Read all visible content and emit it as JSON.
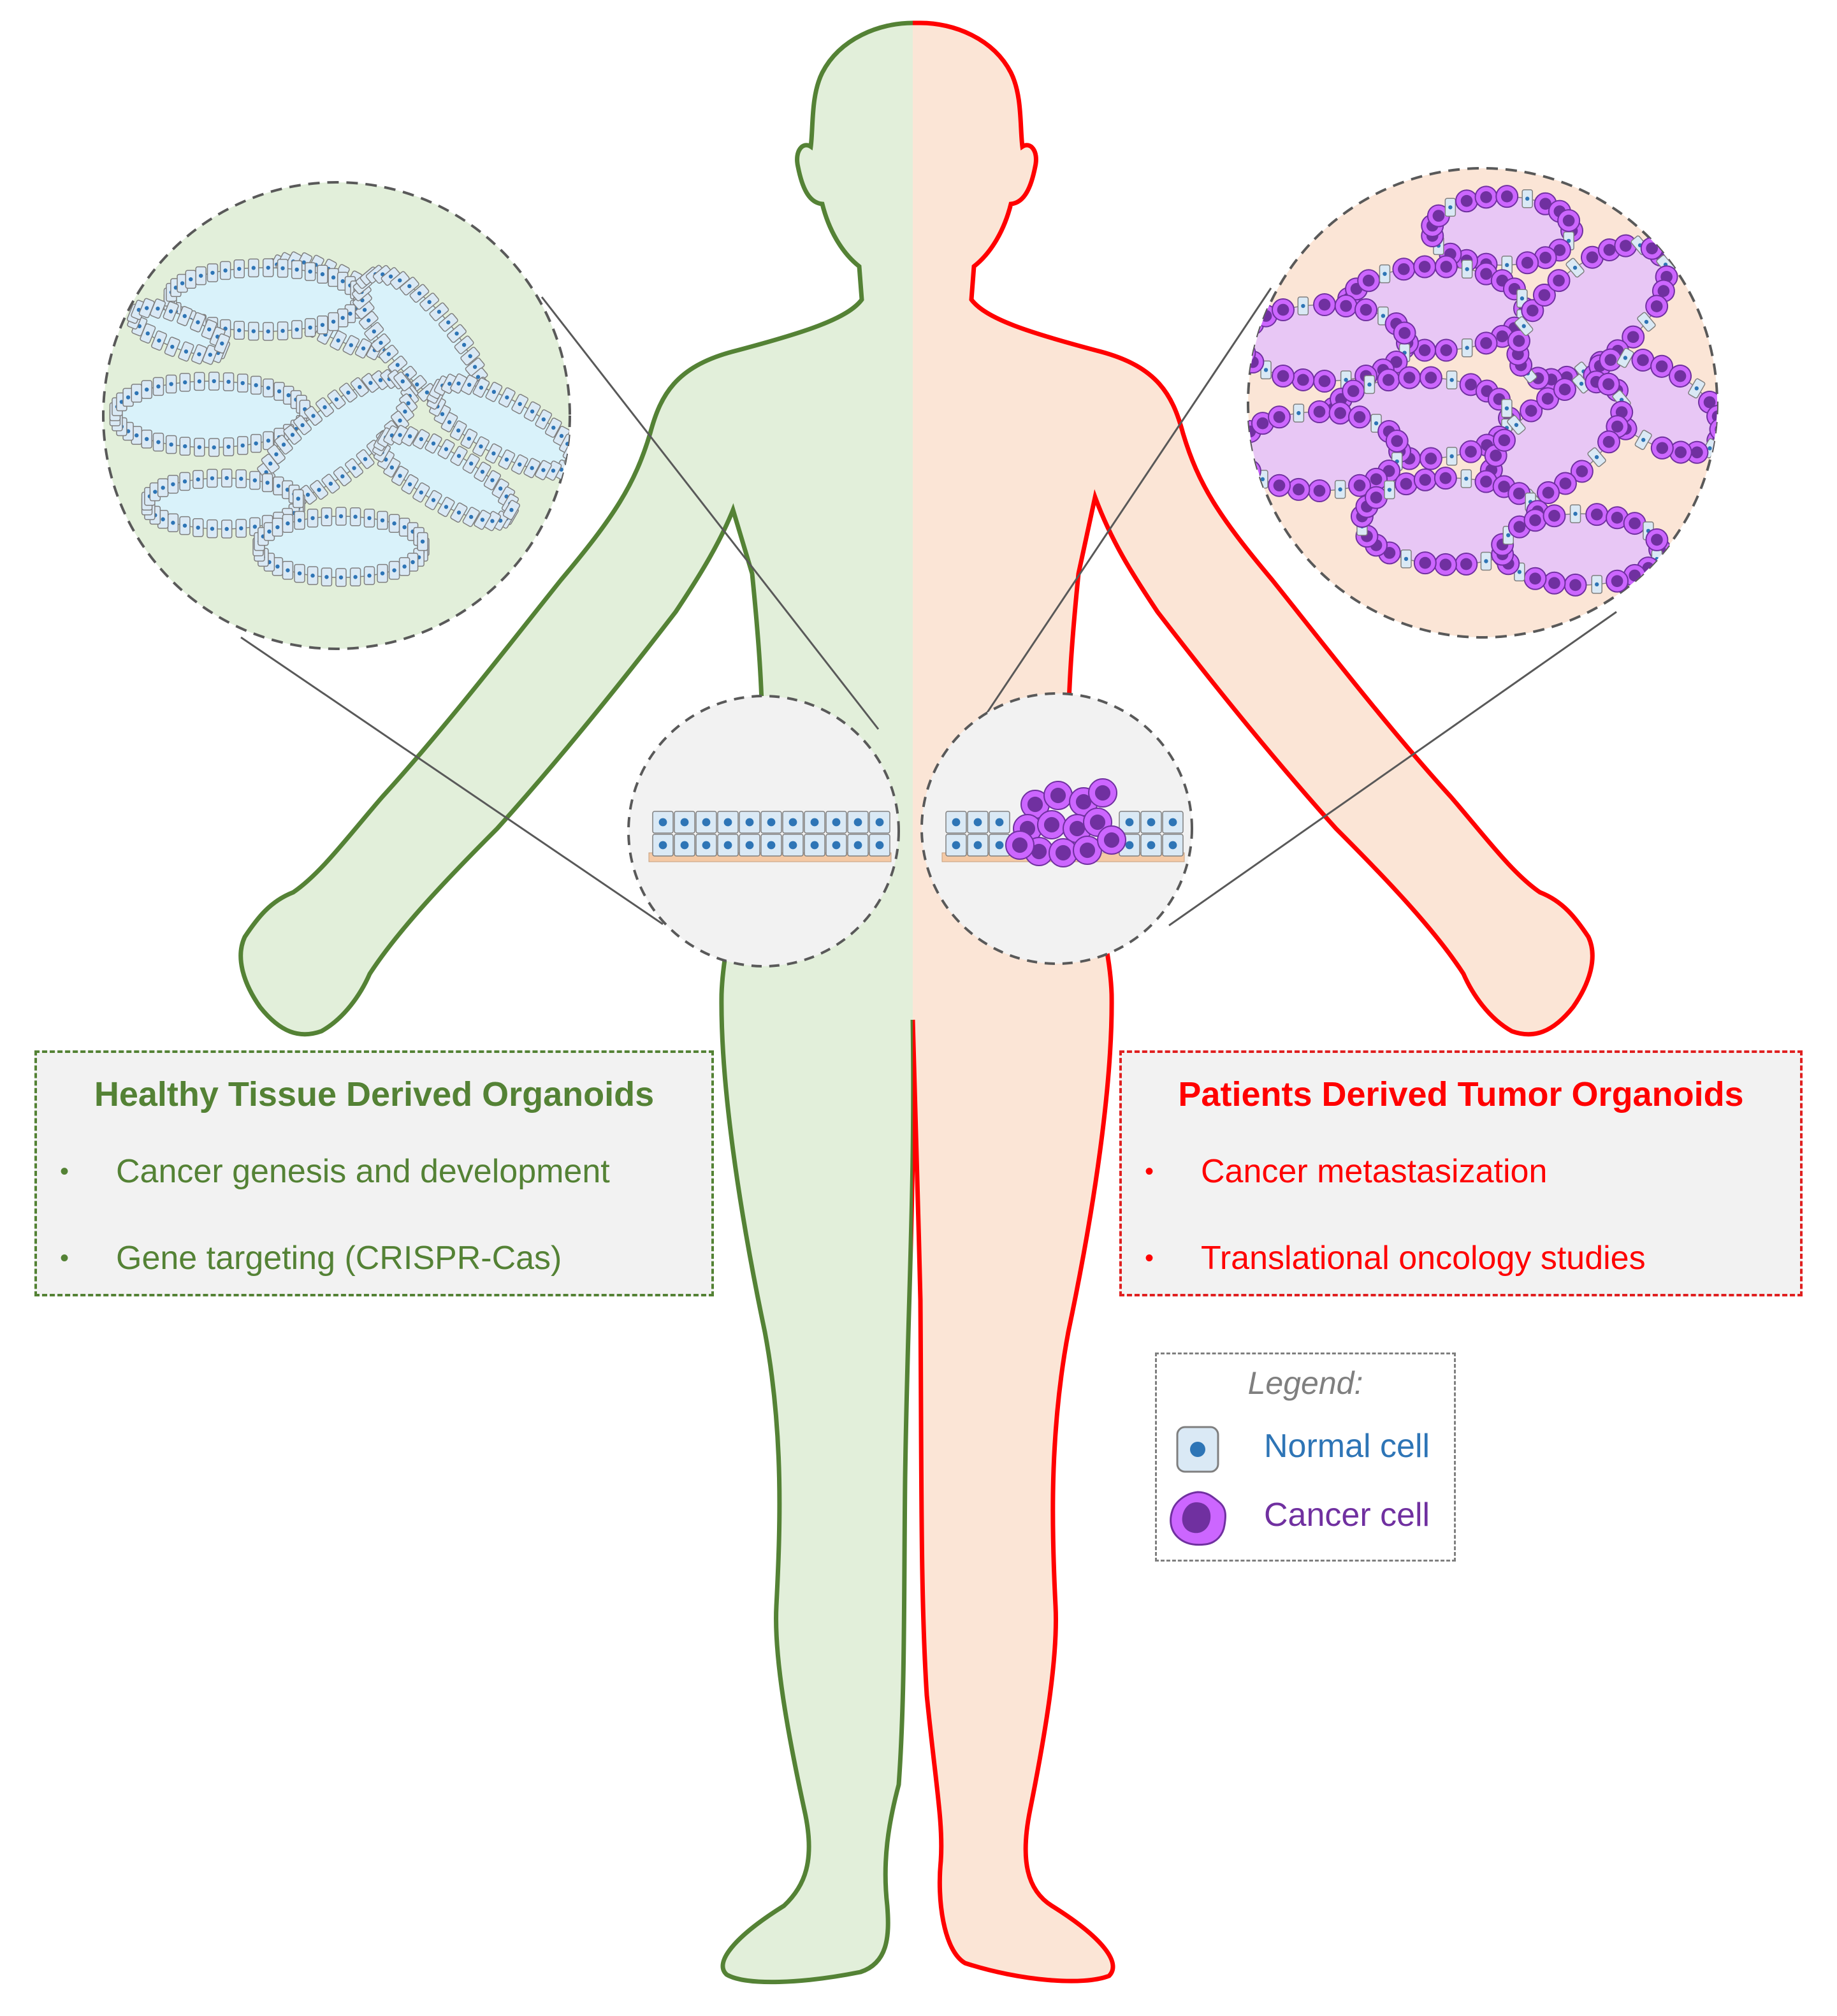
{
  "left_panel": {
    "title": "Healthy Tissue Derived Organoids",
    "bullets": [
      "Cancer genesis and development",
      "Gene targeting (CRISPR-Cas)"
    ],
    "color": "#548235",
    "fill": "#e2efda"
  },
  "right_panel": {
    "title": "Patients Derived Tumor Organoids",
    "bullets": [
      "Cancer metastasization",
      "Translational oncology studies"
    ],
    "color": "#ff0000",
    "fill": "#fbe5d6"
  },
  "legend": {
    "title": "Legend:",
    "items": [
      {
        "label": "Normal cell",
        "color": "#2e75b6",
        "icon": "normal-cell-icon"
      },
      {
        "label": "Cancer cell",
        "color": "#7030a0",
        "icon": "cancer-cell-icon"
      }
    ]
  },
  "colors": {
    "normal_cell_fill": "#dae9f5",
    "normal_cell_nucleus": "#2e75b6",
    "cancer_cell_fill": "#cc66ff",
    "cancer_cell_nucleus": "#7030a0",
    "organoid_lumen_healthy": "#d9f2fa",
    "organoid_lumen_tumor": "#e8c7f5",
    "zoom_circle_fill": "#f2f2f2",
    "basement_membrane": "#f4c9a5"
  }
}
